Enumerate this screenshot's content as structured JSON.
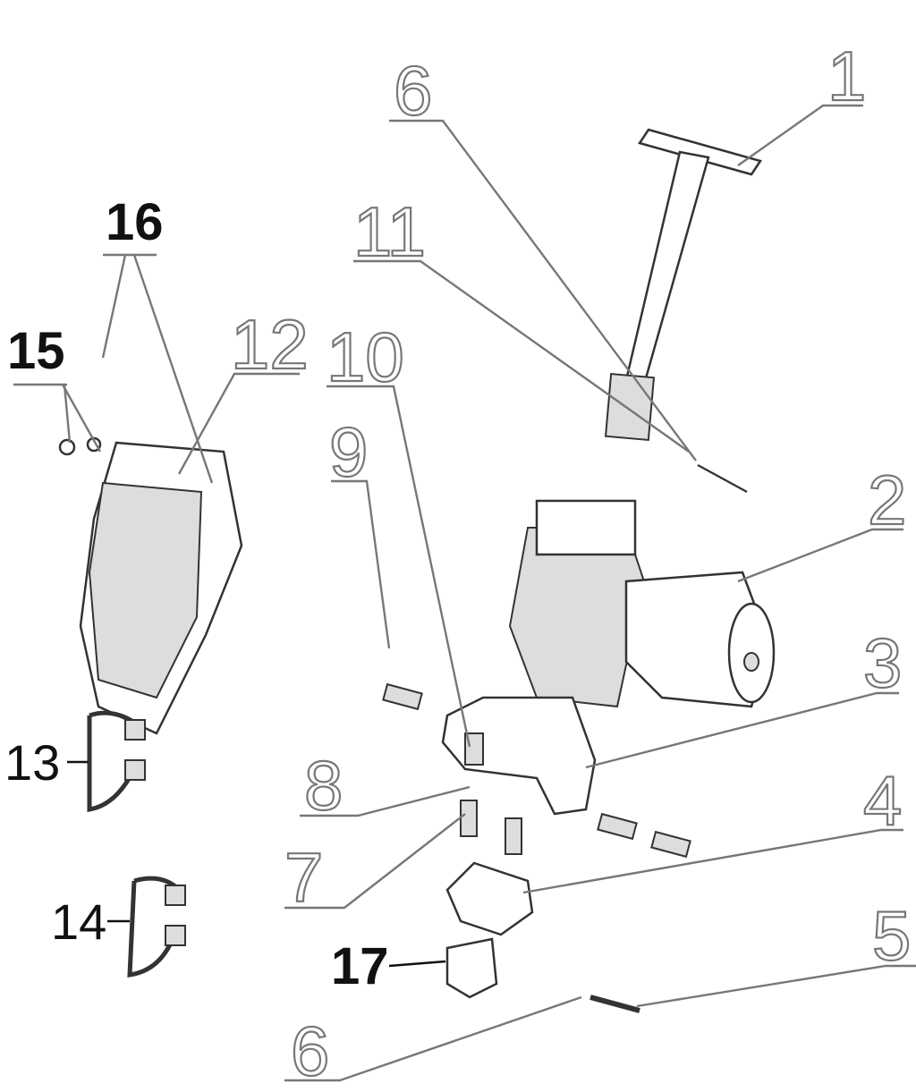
{
  "title": "Exploded parts diagram",
  "callouts": {
    "c1": "1",
    "c2": "2",
    "c3": "3",
    "c4": "4",
    "c5": "5",
    "c6_top": "6",
    "c6_bottom": "6",
    "c7": "7",
    "c8": "8",
    "c9": "9",
    "c10": "10",
    "c11": "11",
    "c12": "12",
    "c13": "13",
    "c14": "14",
    "c15": "15",
    "c16": "16",
    "c17": "17"
  }
}
